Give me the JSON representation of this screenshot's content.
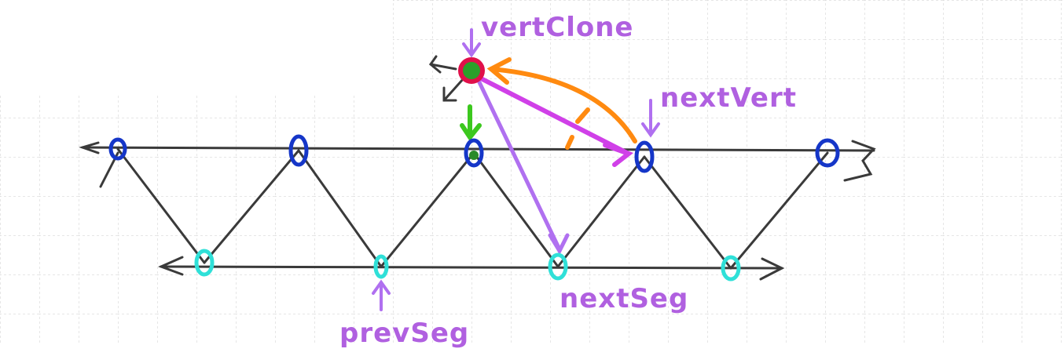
{
  "colors": {
    "grid": "#d6d6d6",
    "edge": "#3a3a3a",
    "top_vertex": "#1536c8",
    "bottom_vertex": "#2fe0d8",
    "clone_ring": "#e0104a",
    "clone_fill": "#2aa02a",
    "green_arrow": "#3cc81e",
    "orange": "#ff8a10",
    "magenta": "#d040e8",
    "lavender": "#b070f0",
    "label": "#b060e0"
  },
  "labels": {
    "vert_clone": "vertClone",
    "next_vert": "nextVert",
    "next_seg": "nextSeg",
    "prev_seg": "prevSeg"
  },
  "icons": {
    "vertex_marker": "circle",
    "pointer": "arrow"
  }
}
